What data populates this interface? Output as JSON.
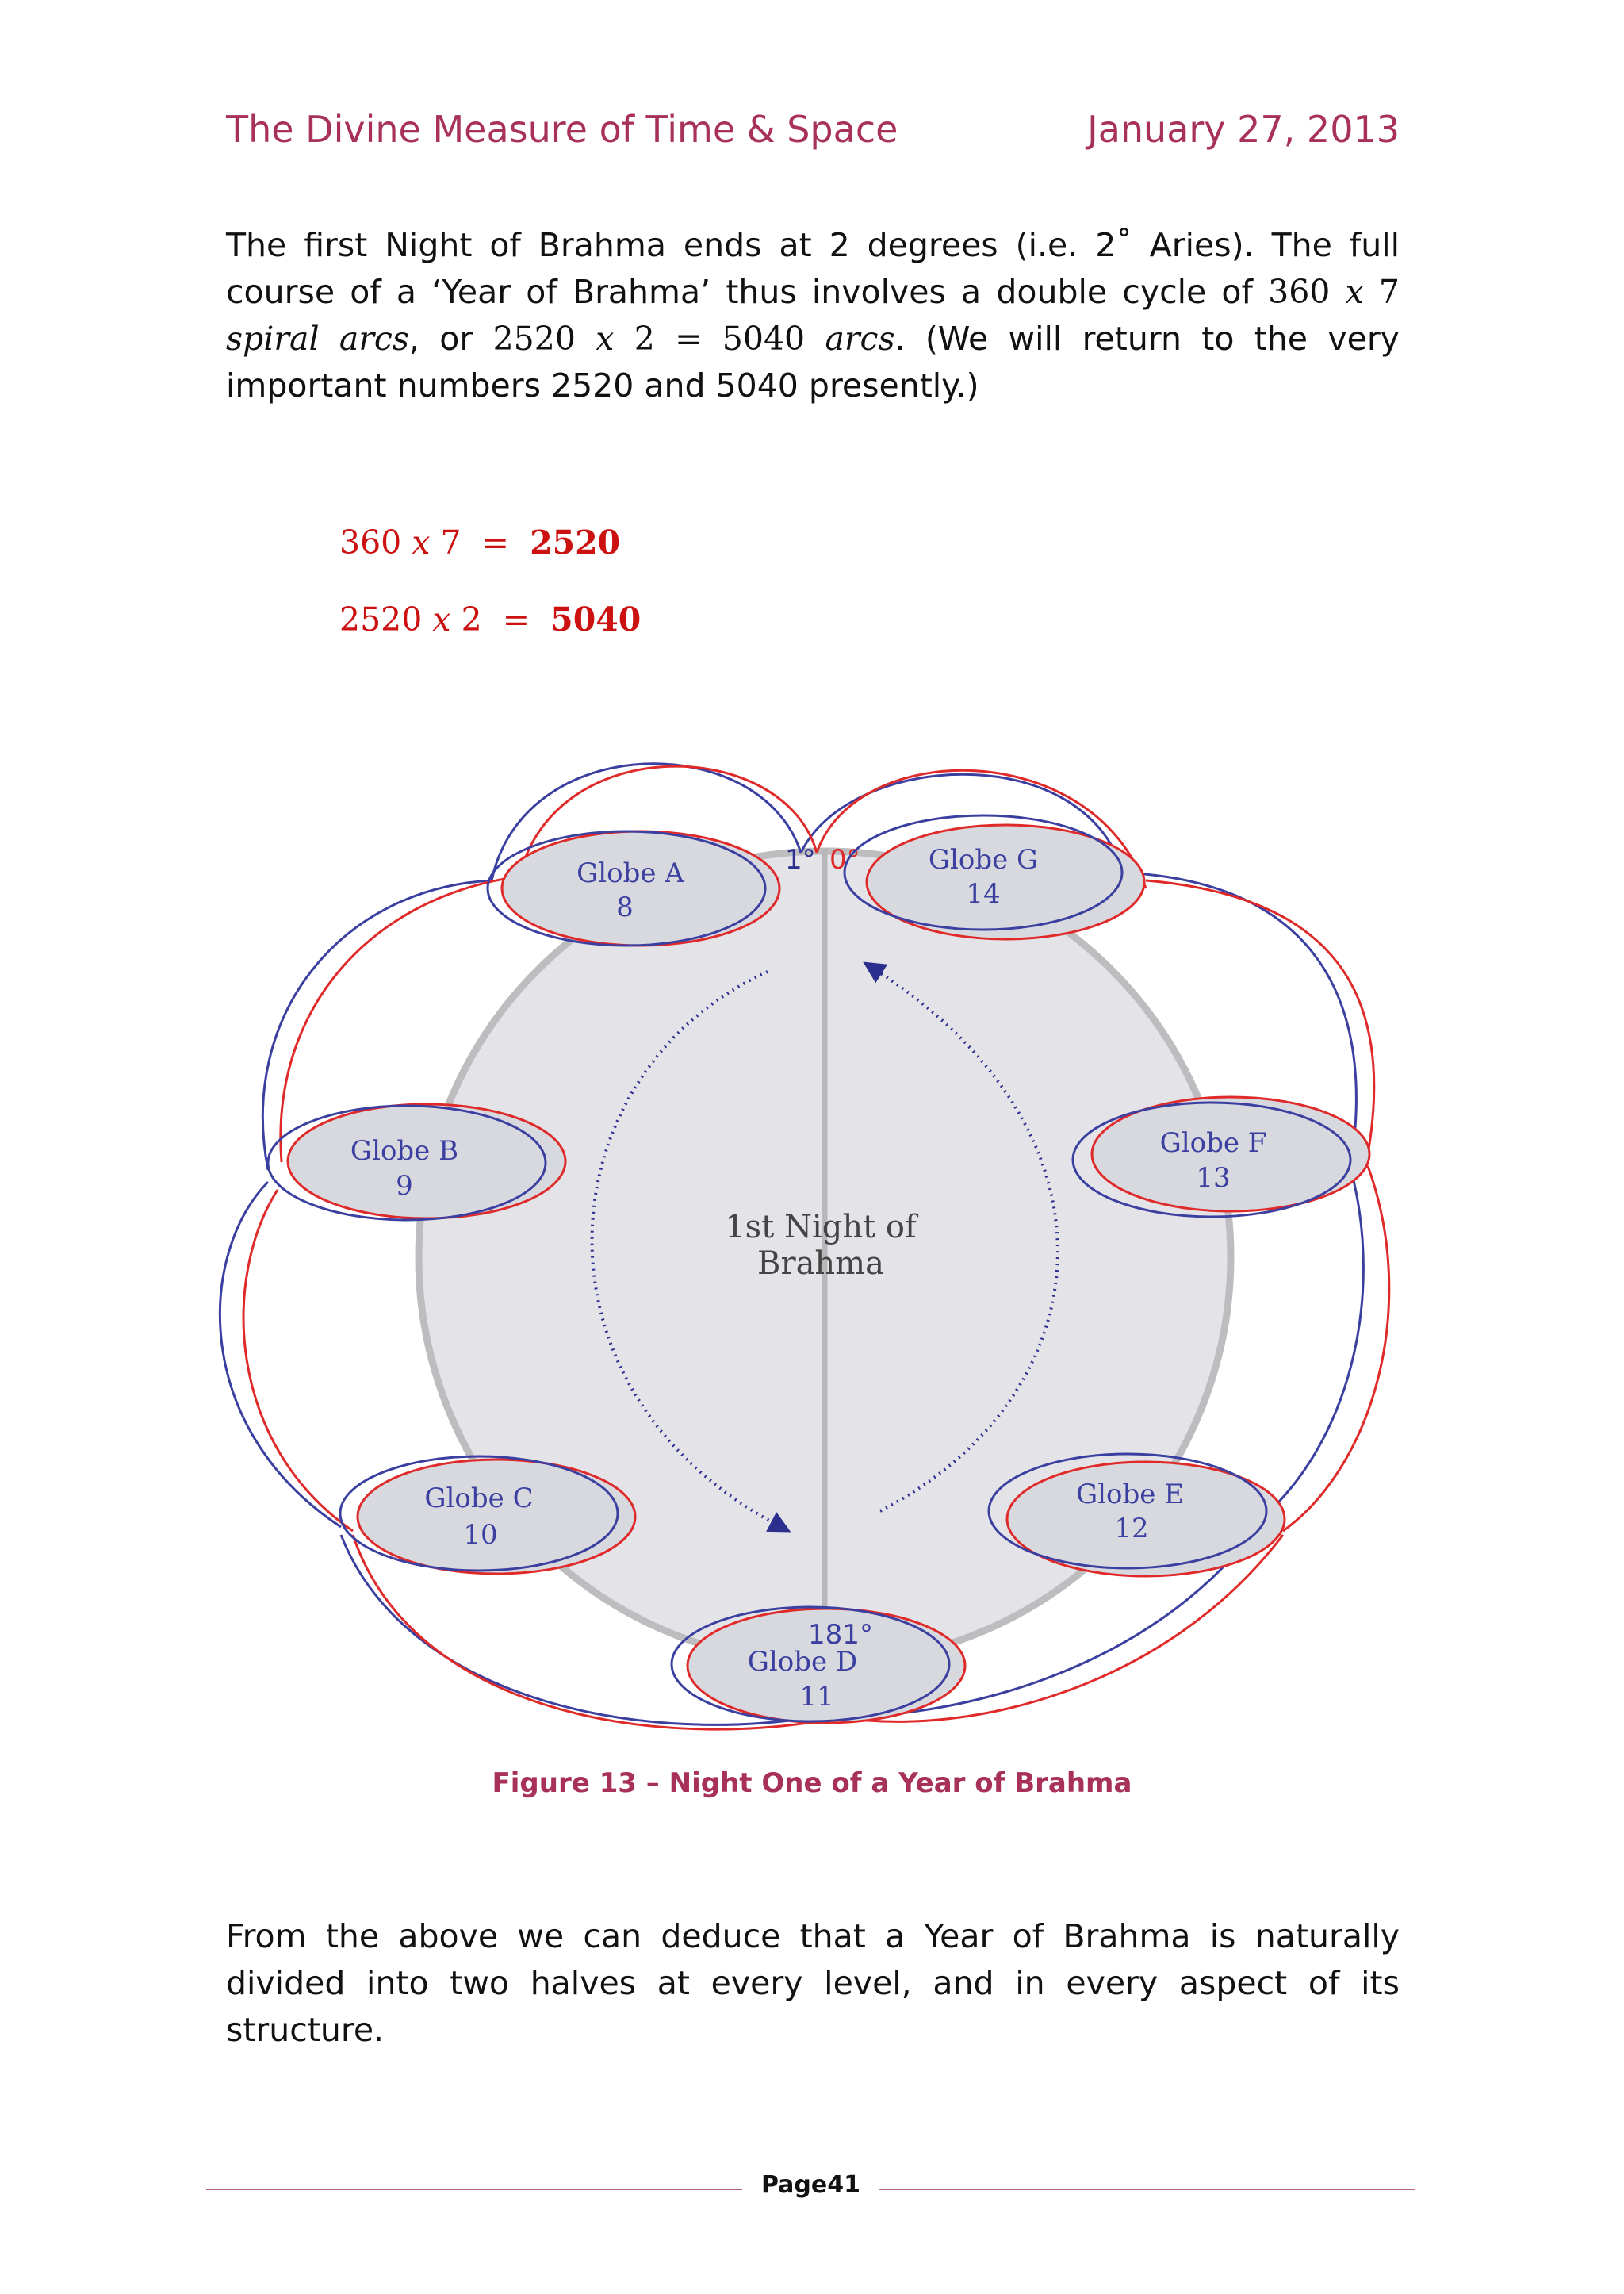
{
  "header": {
    "title": "The Divine Measure of Time & Space",
    "date": "January 27, 2013"
  },
  "para1": {
    "t1": "The first Night of Brahma ends at 2 degrees (i.e. 2˚ Aries). The full course of a ‘Year of Brahma’ thus involves a double cycle of ",
    "m1": "360",
    "m2": "x",
    "m3": "7",
    "m4": "spiral arcs",
    "t2": ",",
    "t3": "or ",
    "m5": "2520",
    "m6": "x",
    "m7": "2",
    "m8": "=",
    "m9": "5040",
    "m10": "arcs",
    "t4": ". (We will return to the very important numbers 2520 and 5040 presently.)"
  },
  "eq1": {
    "a": "360",
    "x": "x",
    "b": "7",
    "eq": "=",
    "r": "2520"
  },
  "eq2": {
    "a": "2520",
    "x": "x",
    "b": "2",
    "eq": "=",
    "r": "5040"
  },
  "figure": {
    "center_label": [
      "1st Night of",
      "Brahma"
    ],
    "deg_top_left": "1°",
    "deg_top_right": "0°",
    "deg_bottom": "181°",
    "globes": [
      {
        "name": "Globe A",
        "num": "8"
      },
      {
        "name": "Globe B",
        "num": "9"
      },
      {
        "name": "Globe C",
        "num": "10"
      },
      {
        "name": "Globe D",
        "num": "11"
      },
      {
        "name": "Globe E",
        "num": "12"
      },
      {
        "name": "Globe F",
        "num": "13"
      },
      {
        "name": "Globe G",
        "num": "14"
      }
    ],
    "colors": {
      "blue": "#3a3fa0",
      "red": "#e02a2a",
      "disc": "#e4e4e8",
      "globe": "#d8d8df"
    }
  },
  "caption": "Figure 13 – Night One of a Year of Brahma",
  "para2": "From the above we can deduce that a Year of Brahma is naturally divided into two halves at every level, and in every aspect of its structure.",
  "footer": {
    "page": "Page41"
  }
}
